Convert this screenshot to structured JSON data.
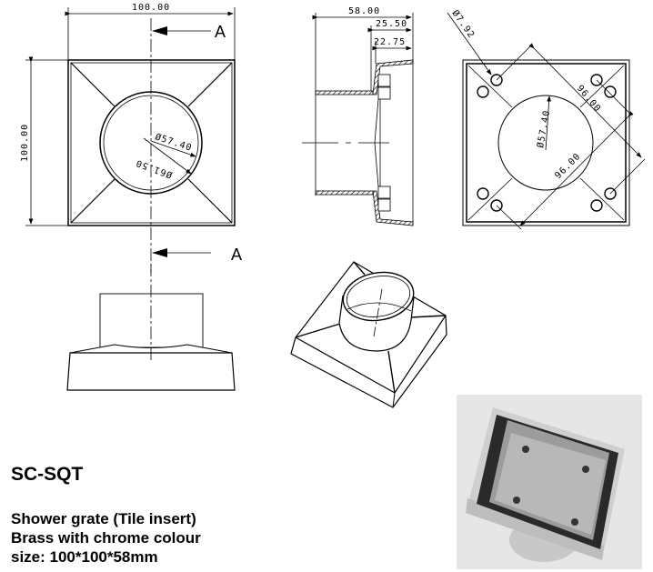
{
  "product": {
    "code": "SC-SQT",
    "description_lines": [
      "Shower grate (Tile insert)",
      "Brass with chrome colour",
      "size: 100*100*58mm"
    ]
  },
  "views": {
    "top_view": {
      "width_dim": "100.00",
      "height_dim": "100.00",
      "inner_dia": "Ø57.40",
      "outer_dia": "Ø61.50",
      "section_label_top": "A",
      "section_label_bottom": "A"
    },
    "section_view": {
      "overall_depth": "58.00",
      "flange_depth": "25.50",
      "inner_depth": "22.75"
    },
    "bottom_view": {
      "hole_dia": "Ø7.92",
      "inner_dia": "Ø57.40",
      "hole_spacing_1": "96.00",
      "hole_spacing_2": "96.00"
    },
    "front_view": {},
    "isometric_view": {}
  },
  "photo": {
    "alt": "product-photo"
  }
}
